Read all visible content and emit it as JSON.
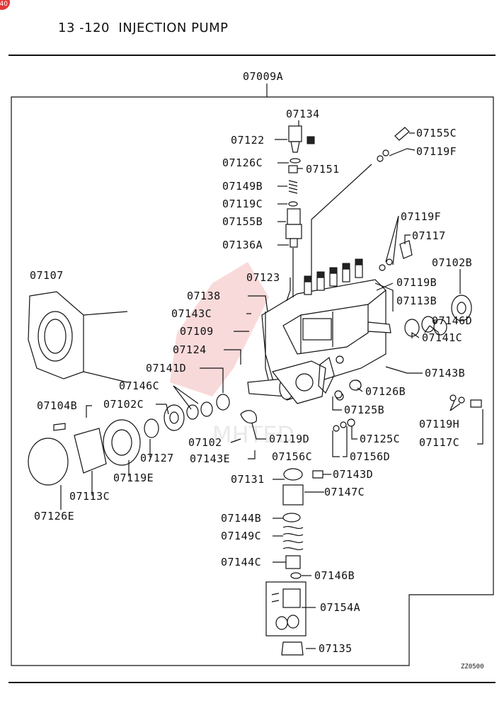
{
  "header": {
    "badge": "40",
    "title": "13 -120  INJECTION PUMP"
  },
  "diagram": {
    "assembly_label": "07009A",
    "drawing_code": "ZZ0500",
    "watermark_text": "MHTED",
    "labels": {
      "l07134": "07134",
      "l07122": "07122",
      "l07126C": "07126C",
      "l07151": "07151",
      "l07149B": "07149B",
      "l07119C": "07119C",
      "l07155B": "07155B",
      "l07136A": "07136A",
      "l07155C": "07155C",
      "l07119F_top": "07119F",
      "l07119F": "07119F",
      "l07117": "07117",
      "l07102B": "07102B",
      "l07107": "07107",
      "l07123": "07123",
      "l07119B": "07119B",
      "l07138": "07138",
      "l07113B": "07113B",
      "l07143C": "07143C",
      "l07146D": "07146D",
      "l07109": "07109",
      "l07141C": "07141C",
      "l07124": "07124",
      "l07143B": "07143B",
      "l07141D": "07141D",
      "l07126B": "07126B",
      "l07146C": "07146C",
      "l07125B": "07125B",
      "l07104B": "07104B",
      "l07102C": "07102C",
      "l07119H": "07119H",
      "l07125C": "07125C",
      "l07119D": "07119D",
      "l07117C": "07117C",
      "l07102": "07102",
      "l07156D": "07156D",
      "l07156C": "07156C",
      "l07127": "07127",
      "l07143E": "07143E",
      "l07119E": "07119E",
      "l07113C": "07113C",
      "l07126E": "07126E",
      "l07131": "07131",
      "l07143D": "07143D",
      "l07147C": "07147C",
      "l07144B": "07144B",
      "l07149C": "07149C",
      "l07144C": "07144C",
      "l07146B": "07146B",
      "l07154A": "07154A",
      "l07135": "07135"
    }
  }
}
